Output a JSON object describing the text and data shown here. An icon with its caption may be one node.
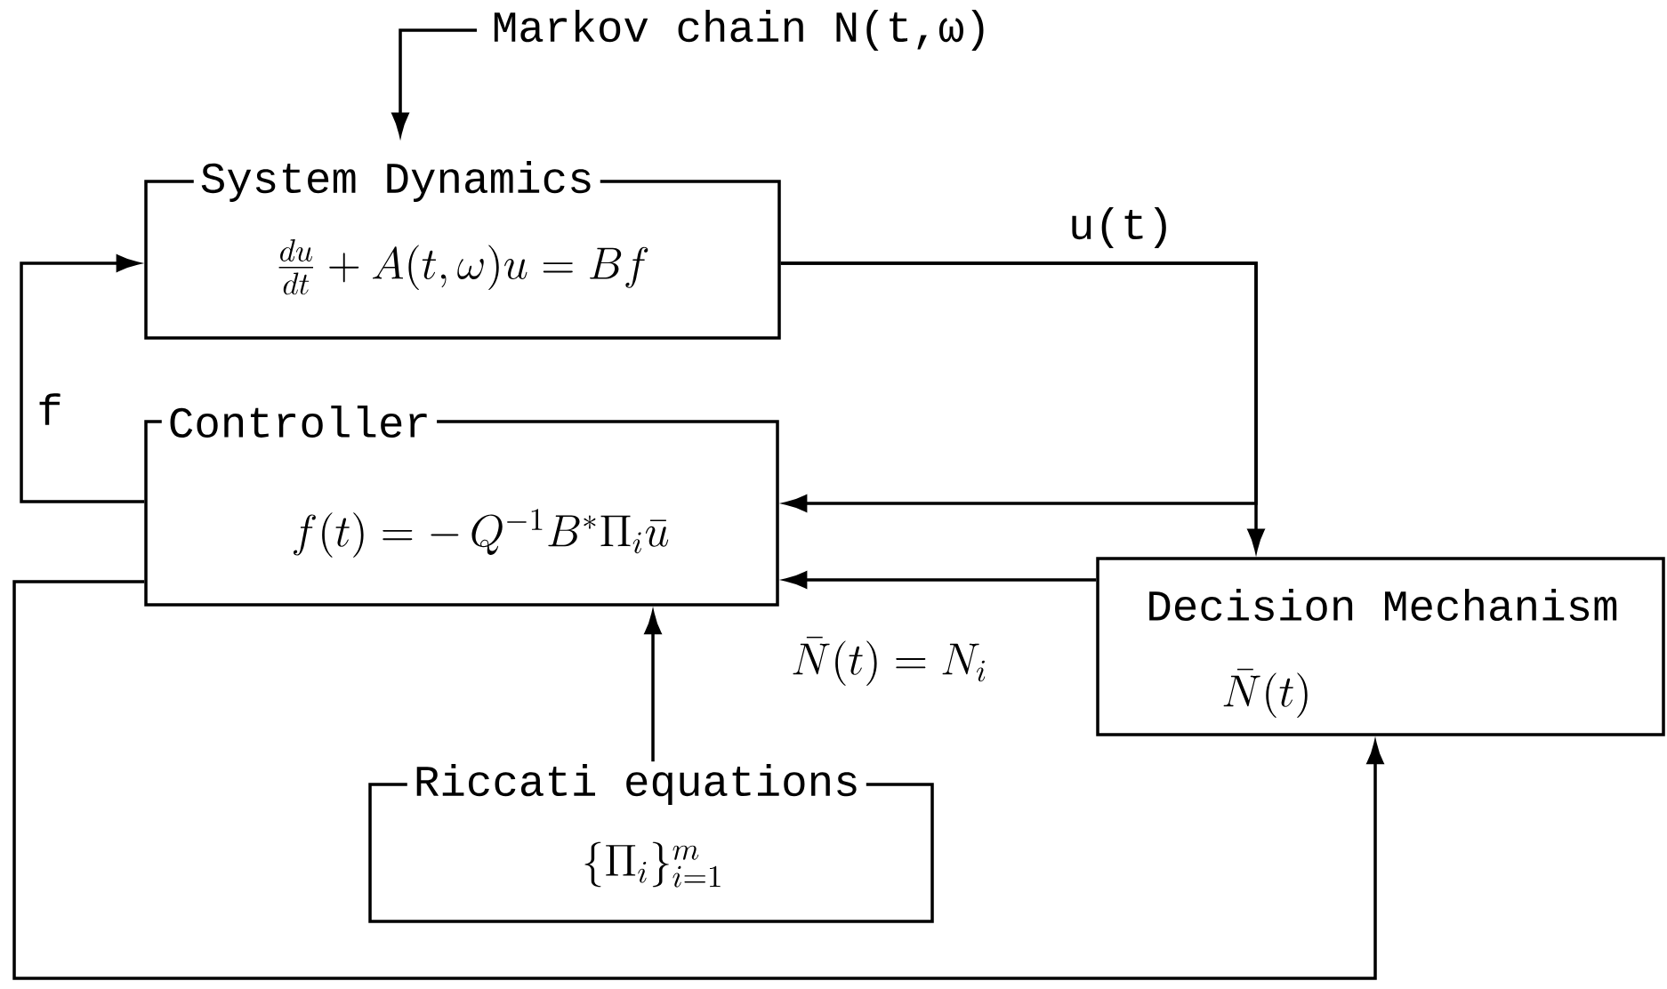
{
  "diagram": {
    "nodes": [
      {
        "text": [
          "Markov chain N(t,ω)"
        ]
      },
      {
        "text": [
          "System Dynamics",
          "\\frac{du}{dt} + A(t,\\omega)u = Bf"
        ]
      },
      {
        "text": [
          "Controller",
          "f(t) = -\\, Q^{-1}B^{*}\\Pi_{i}\\bar{u}"
        ]
      },
      {
        "text": [
          "Decision Mechanism",
          "\\bar{N}(t)"
        ]
      },
      {
        "text": [
          "Riccati equations",
          "\\{\\Pi_{i}\\}_{i=1}^{m}"
        ]
      }
    ],
    "edges": [
      {
        "from": 0,
        "to": 1,
        "arrow": "to"
      },
      {
        "from": 1,
        "to": 3,
        "arrow": "to",
        "label": "u(t)"
      },
      {
        "from": 1,
        "to": 2,
        "arrow": "to"
      },
      {
        "from": 3,
        "to": 2,
        "arrow": "to",
        "label": "\\bar{N}(t) = N_{i}"
      },
      {
        "from": 4,
        "to": 2,
        "arrow": "to"
      },
      {
        "from": 2,
        "to": 1,
        "arrow": "to",
        "label": "f"
      },
      {
        "from": 2,
        "to": 3,
        "arrow": "to"
      }
    ]
  }
}
